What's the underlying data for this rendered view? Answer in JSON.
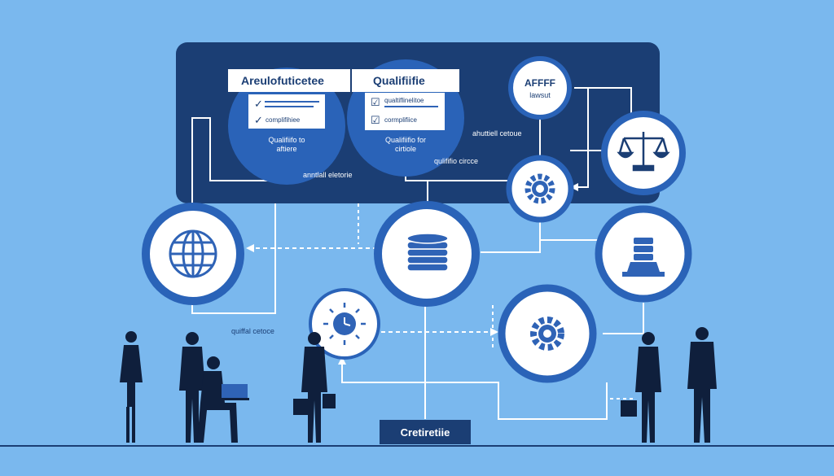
{
  "colors": {
    "background": "#7ab8ee",
    "panel": "#1b3e74",
    "node_ring": "#2a63b8",
    "node_fill": "#ffffff",
    "accent_blue": "#2f63b6",
    "connector": "#ffffff",
    "figure": "#0f1f3c",
    "ground": "#1b3e74"
  },
  "panel": {
    "left_card": {
      "title": "Areulofuticetee",
      "rows": [
        "",
        "complifihiee"
      ],
      "caption": [
        "Qualifiifo to",
        "aftiere"
      ]
    },
    "right_card": {
      "title": "Qualifiifie",
      "rows": [
        "qualtiflinelitoe",
        "cormplifiice"
      ],
      "caption": [
        "Qualifiifio for",
        "cirtiole"
      ]
    },
    "label_center": "anntlall eletorie",
    "label_mid": "qulififio circce",
    "label_top": "ahuttiell cetoue"
  },
  "affff_node": {
    "line1": "AFFFF",
    "line2": "lawsut"
  },
  "side_label": "quiffal cetoce",
  "bottom_label": "Cretiretiie",
  "icons": {
    "globe": "globe-icon",
    "coins": "coin-stack-icon",
    "gear_top": "gear-icon",
    "gear_bottom": "gear-icon",
    "scales": "scales-of-justice-icon",
    "gavel_stand": "pedestal-icon",
    "clock": "clock-icon"
  }
}
